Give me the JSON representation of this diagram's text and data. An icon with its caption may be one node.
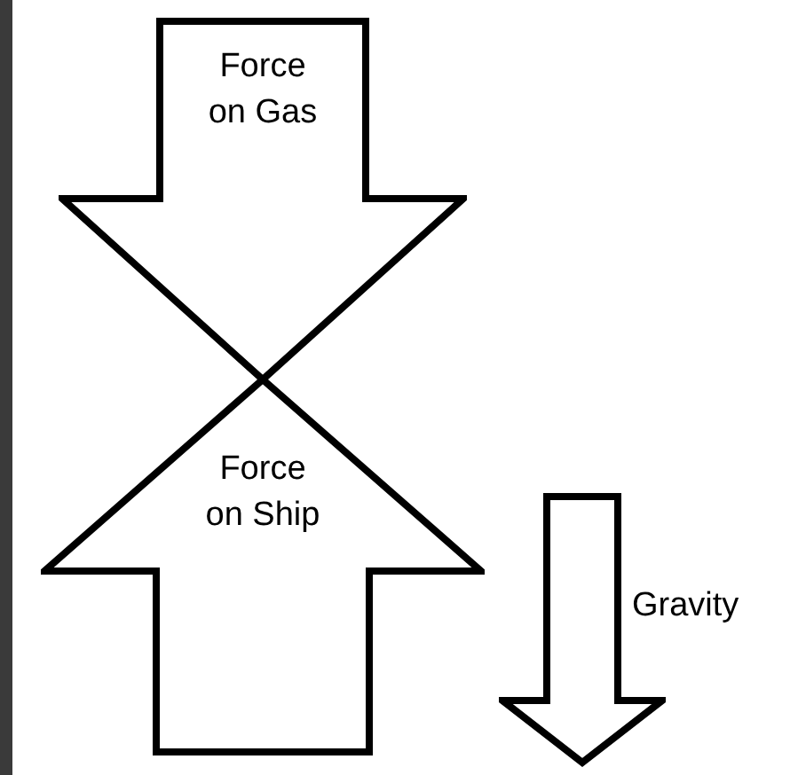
{
  "diagram": {
    "nodes": [
      {
        "text": [
          "Force on Gas"
        ]
      },
      {
        "text": [
          "Force on Ship"
        ]
      }
    ],
    "edges": [],
    "labels": [
      "Gravity"
    ]
  }
}
